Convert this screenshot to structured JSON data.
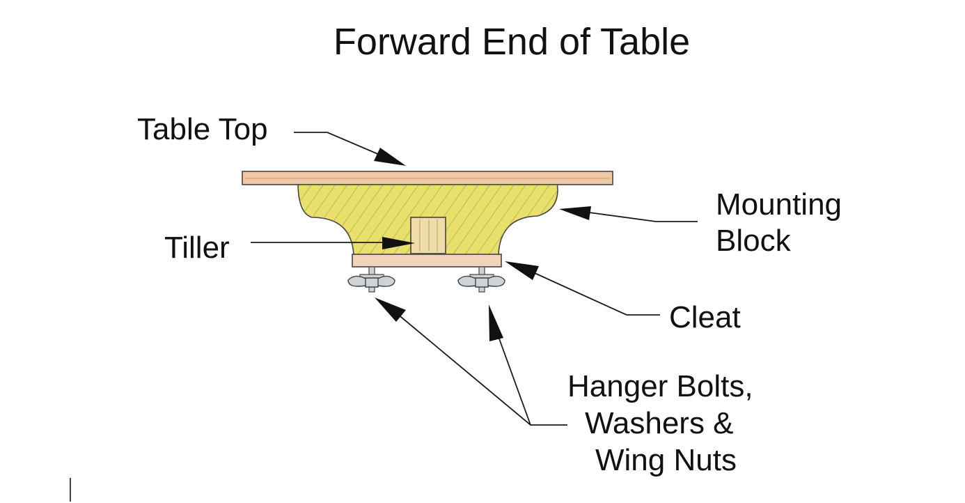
{
  "title": "Forward End of Table",
  "labels": {
    "table_top": "Table Top",
    "mounting_block_line1": "Mounting",
    "mounting_block_line2": "Block",
    "tiller": "Tiller",
    "cleat": "Cleat",
    "hanger_line1": "Hanger Bolts,",
    "hanger_line2": "Washers &",
    "hanger_line3": "Wing Nuts"
  },
  "colors": {
    "table_top": "#f1c9a6",
    "mounting_block": "#e9df6b",
    "tiller": "#f0dca8",
    "cleat": "#f1d3ba",
    "hardware": "#cfd3d6",
    "outline": "#444444"
  }
}
